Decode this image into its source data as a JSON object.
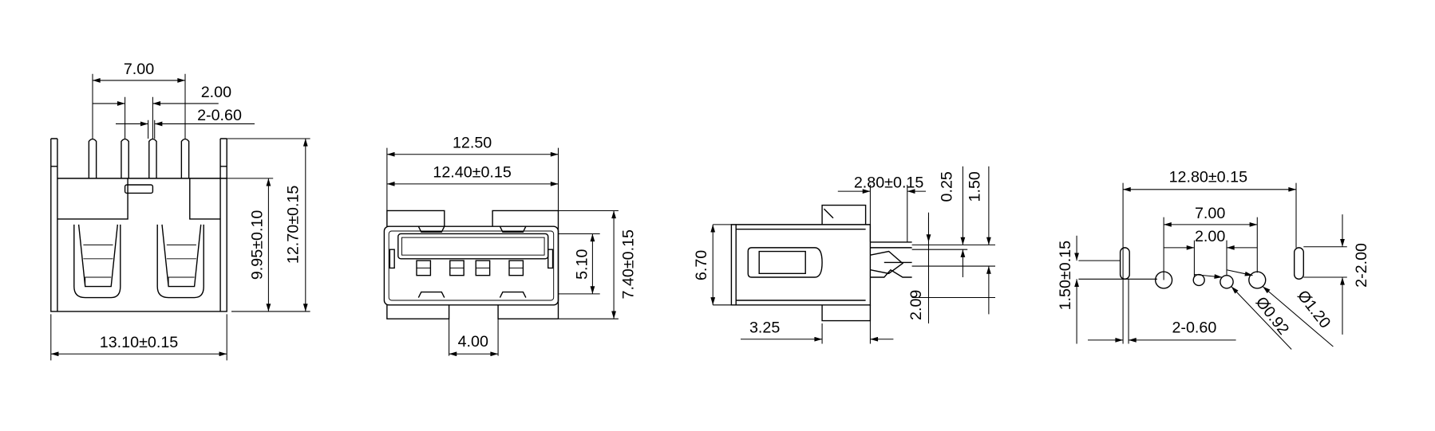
{
  "front_view": {
    "pin_span": "7.00",
    "pin_pitch": "2.00",
    "pin_width": "2-0.60",
    "overall_height": "12.70±0.15",
    "body_height": "9.95±0.10",
    "body_width": "13.10±0.15"
  },
  "face_view": {
    "shell_width": "12.50",
    "opening_width": "12.40±0.15",
    "opening_height": "5.10",
    "shell_height": "7.40±0.15",
    "tab_spacing": "4.00"
  },
  "side_view": {
    "height": "6.70",
    "offset": "3.25",
    "pin_length": "2.80±0.15",
    "thickness": "0.25",
    "pin_offset": "1.50",
    "pin_height": "2.09"
  },
  "footprint": {
    "slot_span": "12.80±0.15",
    "hole_span": "7.00",
    "hole_pitch": "2.00",
    "slot_offset": "1.50±0.15",
    "slot_length": "2-2.00",
    "slot_width": "2-0.60",
    "small_hole_dia": "Ø0.92",
    "large_hole_dia": "Ø1.20"
  }
}
